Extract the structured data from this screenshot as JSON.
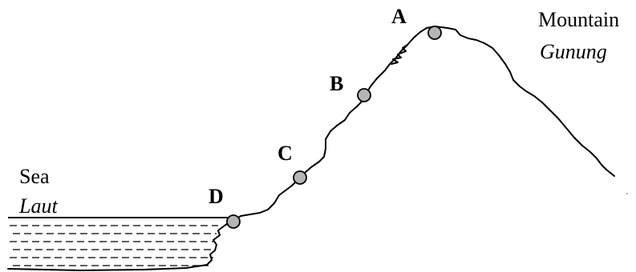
{
  "points": [
    {
      "letter": "A"
    },
    {
      "letter": "B"
    },
    {
      "letter": "C"
    },
    {
      "letter": "D"
    }
  ],
  "mountain": {
    "label": "Mountain",
    "label_local": "Gunung"
  },
  "sea": {
    "label": "Sea",
    "label_local": "Laut"
  },
  "colors": {
    "outline": "#000000",
    "marker_fill": "#b5b5b5"
  }
}
